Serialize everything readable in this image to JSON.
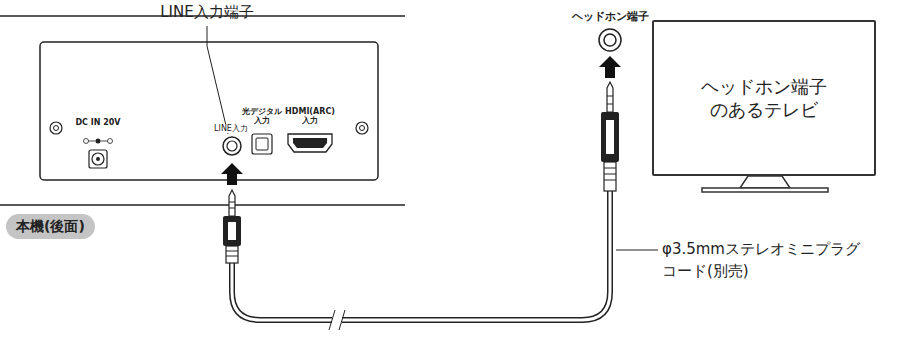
{
  "diagram": {
    "nodes": [
      {
        "text": [
          "ヘッドホン端子 のあるテレビ"
        ]
      },
      {
        "text": [
          "本機(後面)"
        ]
      }
    ],
    "labels": [
      "LINE入力端子",
      "ヘッドホン端子",
      "DC IN 20V",
      "LINE入力",
      "光デジタル 入力",
      "HDMI(ARC) 入力",
      "φ3.5mmステレオミニプラグ コード(別売)"
    ]
  }
}
